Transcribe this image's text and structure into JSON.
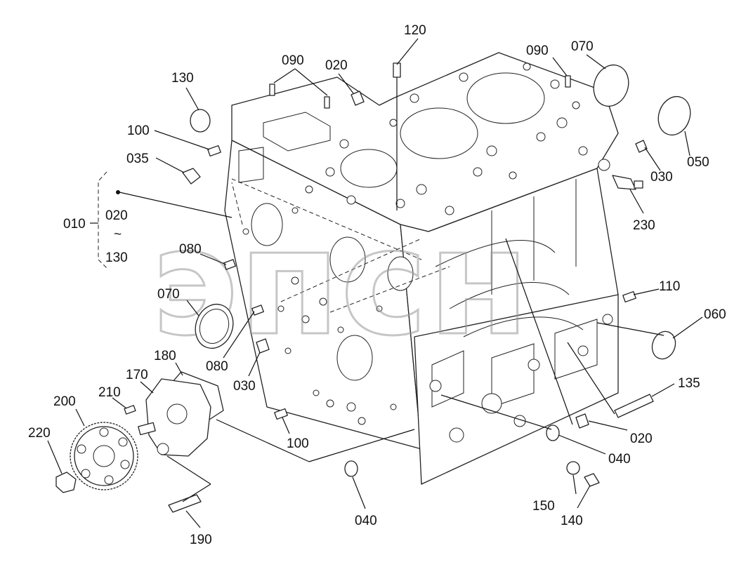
{
  "watermark": "эпсн",
  "group_bracket": {
    "label": "010",
    "range_start": "020",
    "range_sep": "~",
    "range_end": "130"
  },
  "callouts": [
    "120",
    "090",
    "020",
    "090",
    "070",
    "130",
    "100",
    "035",
    "050",
    "030",
    "230",
    "080",
    "070",
    "110",
    "060",
    "180",
    "080",
    "030",
    "170",
    "210",
    "200",
    "220",
    "135",
    "100",
    "020",
    "040",
    "150",
    "140",
    "040",
    "190"
  ]
}
